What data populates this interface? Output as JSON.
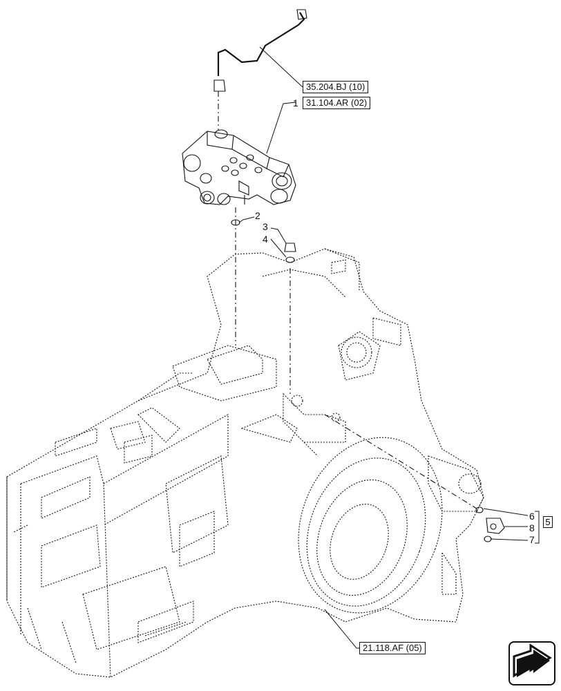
{
  "callouts": {
    "ref_35204": "35.204.BJ (10)",
    "ref_31104": "31.104.AR (02)",
    "ref_21118": "21.118.AF (05)"
  },
  "item_numbers": {
    "n1": "1",
    "n2": "2",
    "n3": "3",
    "n4": "4",
    "n5": "5",
    "n6": "6",
    "n7": "7",
    "n8": "8"
  },
  "icons": {
    "nav": "arrow-page-icon"
  },
  "colors": {
    "line": "#111111",
    "background": "#ffffff"
  }
}
